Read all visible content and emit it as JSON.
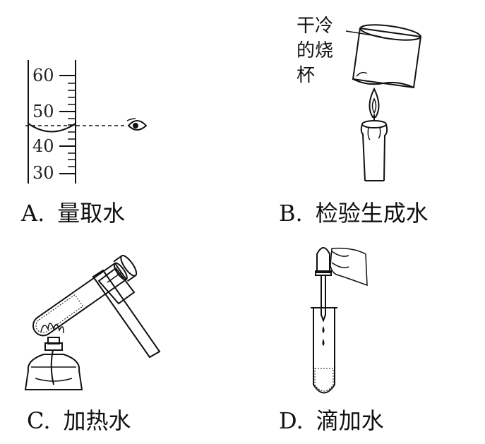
{
  "panels": {
    "a": {
      "letter": "A.",
      "caption": "量取水",
      "scale_marks": [
        "60",
        "50",
        "40",
        "30"
      ]
    },
    "b": {
      "letter": "B.",
      "caption": "检验生成水",
      "beaker_label": [
        "干冷",
        "的烧",
        "杯"
      ]
    },
    "c": {
      "letter": "C.",
      "caption": "加热水"
    },
    "d": {
      "letter": "D.",
      "caption": "滴加水"
    }
  }
}
